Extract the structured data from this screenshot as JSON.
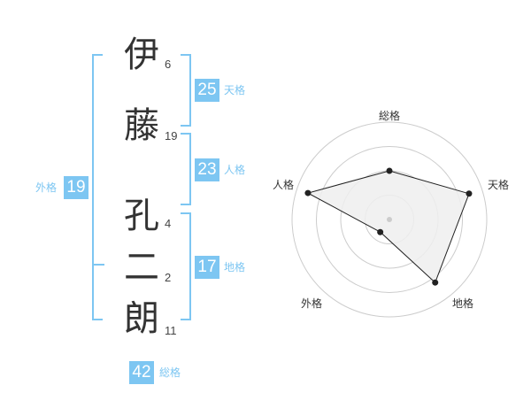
{
  "name": {
    "chars": [
      {
        "char": "伊",
        "strokes": "6"
      },
      {
        "char": "藤",
        "strokes": "19"
      },
      {
        "char": "孔",
        "strokes": "4"
      },
      {
        "char": "二",
        "strokes": "2"
      },
      {
        "char": "朗",
        "strokes": "11"
      }
    ]
  },
  "kaku": {
    "tenkaku": {
      "value": "25",
      "label": "天格"
    },
    "jinkaku": {
      "value": "23",
      "label": "人格"
    },
    "chikaku": {
      "value": "17",
      "label": "地格"
    },
    "gaikaku": {
      "value": "19",
      "label": "外格"
    },
    "soukaku": {
      "value": "42",
      "label": "総格"
    }
  },
  "colors": {
    "accent": "#7dc6f2",
    "text": "#333333",
    "radar_fill": "#eeeeee",
    "radar_ring": "#cccccc"
  },
  "chart_data": {
    "type": "radar",
    "axes": [
      "総格",
      "天格",
      "地格",
      "外格",
      "人格"
    ],
    "values": [
      0.5,
      0.86,
      0.8,
      0.16,
      0.88
    ],
    "rmax": 1
  }
}
